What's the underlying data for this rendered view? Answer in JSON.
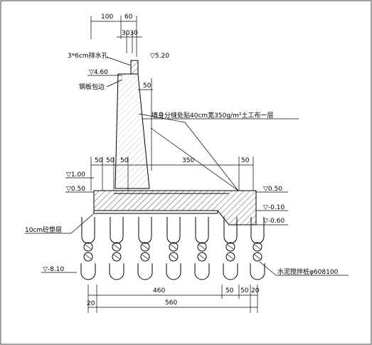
{
  "diagram": {
    "labels": {
      "drain_hole": "3*6cm排水孔",
      "steel_edge": "钢板包边",
      "geotextile": "墙身分缝处贴40cm宽350g/m²土工布一层",
      "cushion": "10cm砼垫层",
      "pile": "水泥搅拌桩φ608100"
    },
    "elevations": {
      "top": "▽5.20",
      "e460": "▽4.60",
      "e100": "▽1.00",
      "e050_left": "▽0.50",
      "e050_right": "▽0.50",
      "em010": "▽-0.10",
      "em060": "▽-0.60",
      "em810": "▽-8.10"
    },
    "dimensions": {
      "top_100": "100",
      "top_60": "60",
      "top_3030": "3030",
      "wall_50": "50",
      "base_50a": "50",
      "base_50b": "50",
      "base_50c": "50",
      "base_350": "350",
      "base_50d": "50",
      "bot_460": "460",
      "bot_50a": "50",
      "bot_50b": "50",
      "bot_20": "20",
      "bot_20_left": "20",
      "bot_560": "560"
    }
  }
}
